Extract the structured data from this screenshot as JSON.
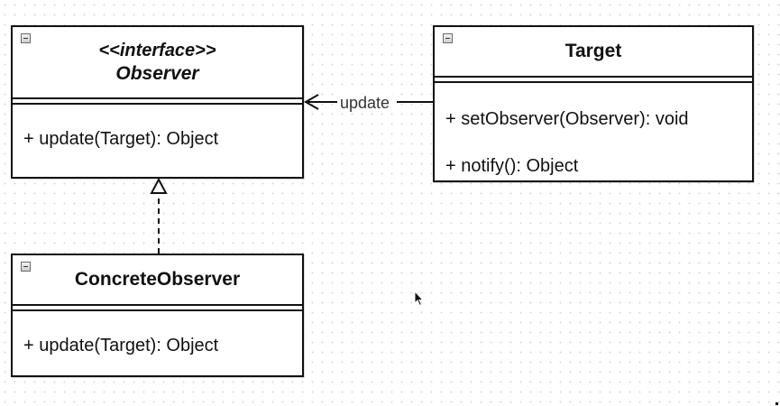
{
  "diagram": {
    "observer": {
      "stereotype": "<<interface>>",
      "name": "Observer",
      "members": [
        "+ update(Target): Object"
      ]
    },
    "target": {
      "name": "Target",
      "members": [
        "+ setObserver(Observer): void",
        "+ notify(): Object"
      ]
    },
    "concrete_observer": {
      "name": "ConcreteObserver",
      "members": [
        "+ update(Target): Object"
      ]
    },
    "associations": {
      "update_label": "update"
    }
  },
  "colors": {
    "line": "#111111",
    "grid_dot": "#d9d9d9",
    "background": "#ffffff"
  }
}
